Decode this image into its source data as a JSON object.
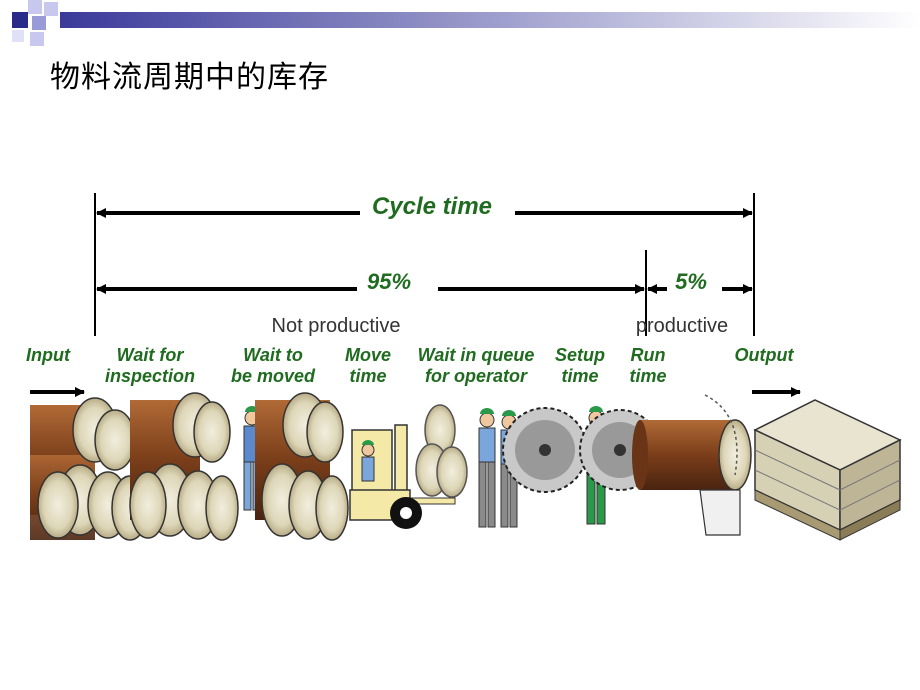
{
  "slide": {
    "title": "物料流周期中的库存"
  },
  "timeline": {
    "cycle_time_label": "Cycle time",
    "non_productive_pct": "95%",
    "productive_pct": "5%",
    "non_productive_label": "Not productive",
    "productive_label": "productive"
  },
  "stages": [
    {
      "line1": "Input",
      "line2": ""
    },
    {
      "line1": "Wait for",
      "line2": "inspection"
    },
    {
      "line1": "Wait to",
      "line2": "be moved"
    },
    {
      "line1": "Move",
      "line2": "time"
    },
    {
      "line1": "Wait in queue",
      "line2": "for operator"
    },
    {
      "line1": "Setup",
      "line2": "time"
    },
    {
      "line1": "Run",
      "line2": "time"
    },
    {
      "line1": "Output",
      "line2": ""
    }
  ],
  "colors": {
    "accent_green": "#1f6b1f",
    "deco_blue": "#3a3a9a",
    "log_brown": "#8a4a22",
    "log_end": "#e8e2c8"
  }
}
